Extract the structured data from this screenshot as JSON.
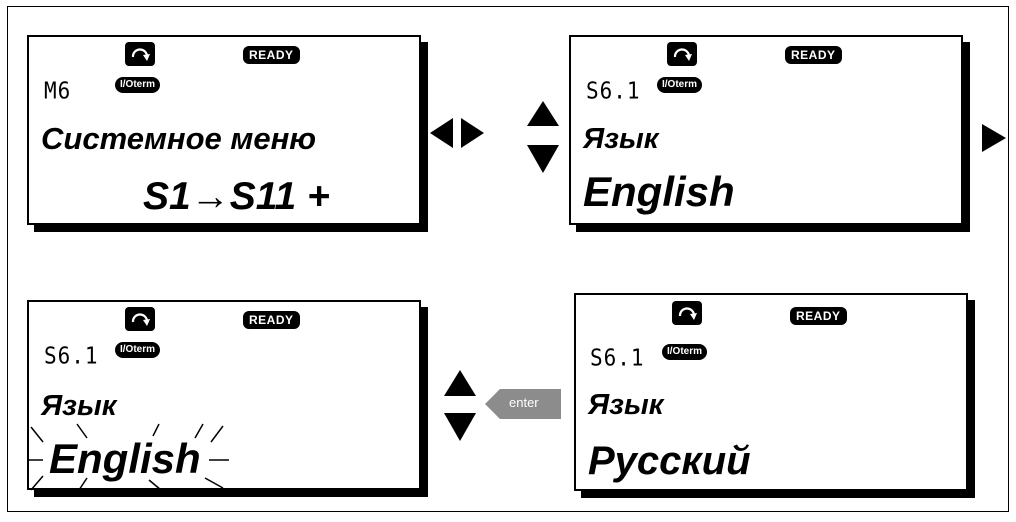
{
  "status": {
    "ready_label": "READY",
    "term_label": "I/Oterm"
  },
  "panels": {
    "top_left": {
      "code": "M6",
      "title": "Системное меню",
      "range": "S1→S11 +"
    },
    "top_right": {
      "code": "S6.1",
      "title": "Язык",
      "value": "English"
    },
    "bottom_left": {
      "code": "S6.1",
      "title": "Язык",
      "value": "English"
    },
    "bottom_right": {
      "code": "S6.1",
      "title": "Язык",
      "value": "Русский"
    }
  },
  "buttons": {
    "enter_label": "enter"
  },
  "icons": {
    "rotation": "rotation-direction-icon",
    "arrows": [
      "arrow-left-icon",
      "arrow-right-icon",
      "arrow-up-icon",
      "arrow-down-icon"
    ]
  },
  "colors": {
    "enter_button": "#8c8c8c",
    "ink": "#000000"
  }
}
